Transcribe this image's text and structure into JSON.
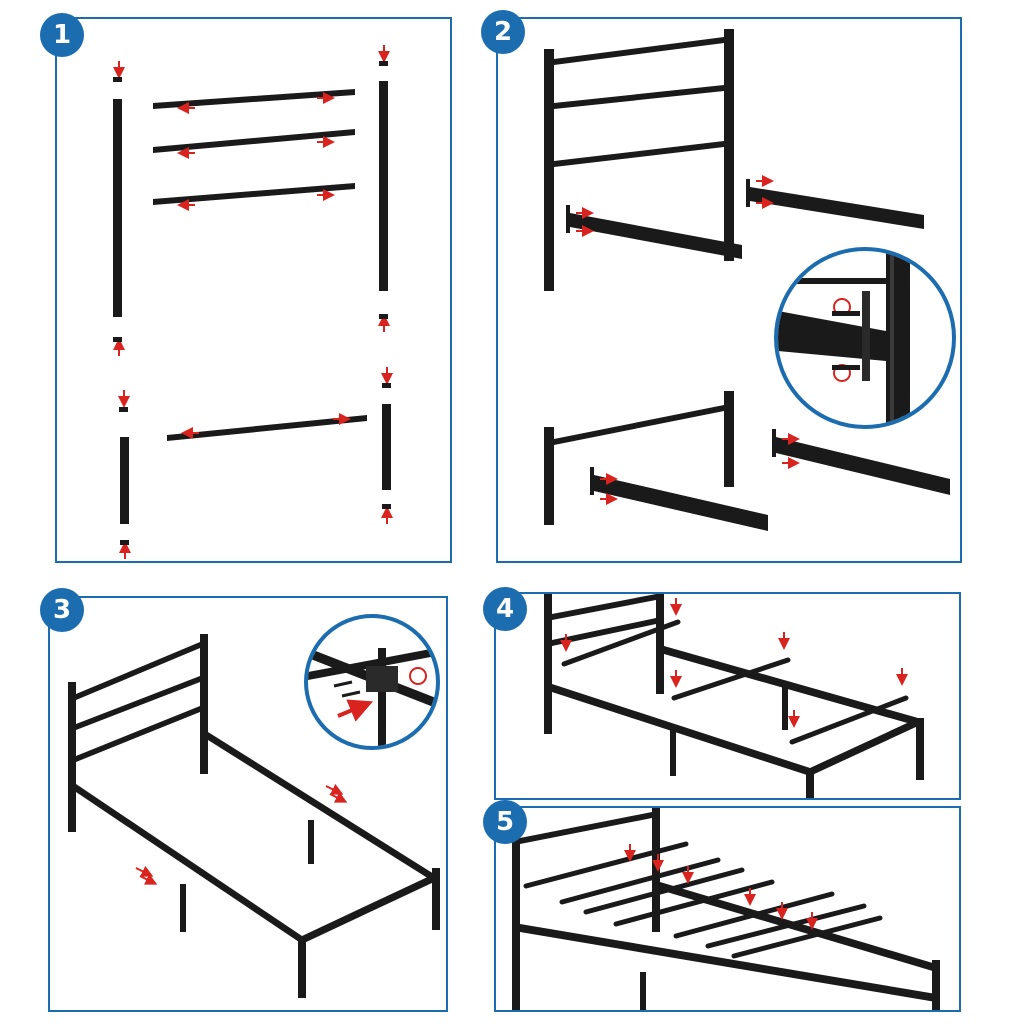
{
  "steps": [
    {
      "number": "1"
    },
    {
      "number": "2"
    },
    {
      "number": "3"
    },
    {
      "number": "4"
    },
    {
      "number": "5"
    }
  ],
  "colors": {
    "border": "#1c6cb0",
    "badge": "#1c6cb0",
    "metal": "#1a1a1a",
    "arrow": "#d8231f"
  },
  "icons": [
    "red-arrow-icon",
    "bolt-icon",
    "rotate-arrow-icon",
    "magnifier-zoom-circle"
  ]
}
